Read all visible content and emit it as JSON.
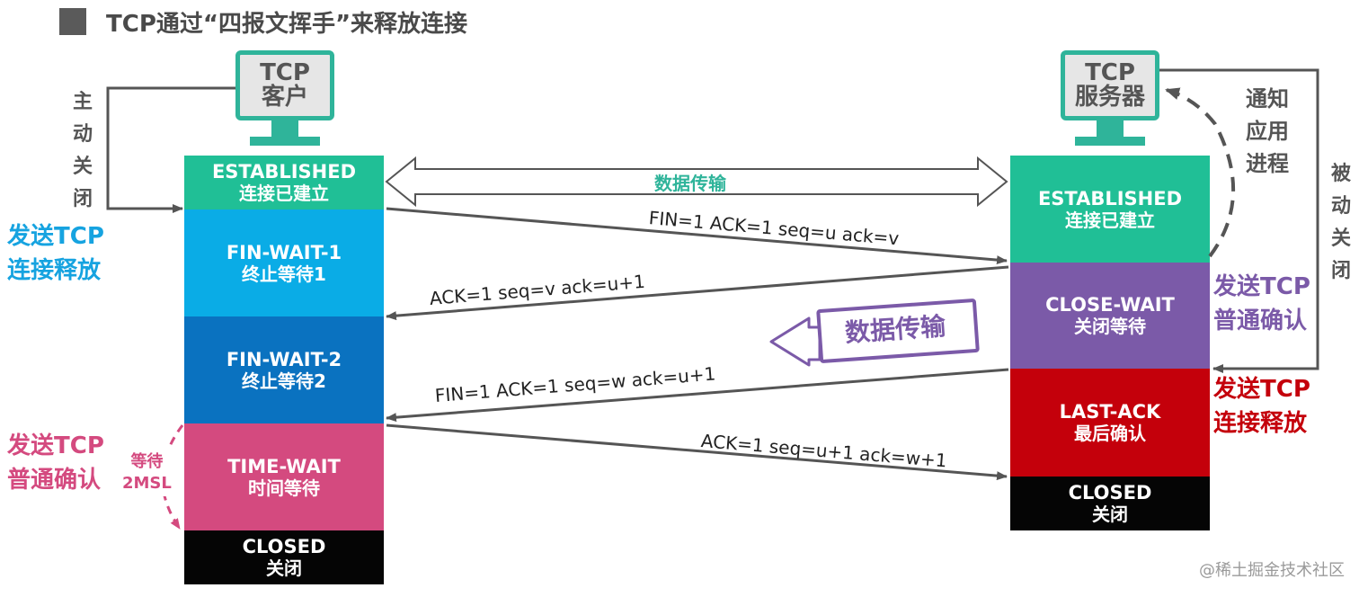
{
  "title": "TCP通过“四报文挥手”来释放连接",
  "client": {
    "line1": "TCP",
    "line2": "客户"
  },
  "server": {
    "line1": "TCP",
    "line2": "服务器"
  },
  "client_states": [
    {
      "en": "ESTABLISHED",
      "zh": "连接已建立",
      "color": "#20bf96"
    },
    {
      "en": "FIN-WAIT-1",
      "zh": "终止等待1",
      "color": "#0aace6"
    },
    {
      "en": "FIN-WAIT-2",
      "zh": "终止等待2",
      "color": "#0a72c0"
    },
    {
      "en": "TIME-WAIT",
      "zh": "时间等待",
      "color": "#d44a7f"
    },
    {
      "en": "CLOSED",
      "zh": "关闭",
      "color": "#050505"
    }
  ],
  "server_states": [
    {
      "en": "ESTABLISHED",
      "zh": "连接已建立",
      "color": "#20bf96"
    },
    {
      "en": "CLOSE-WAIT",
      "zh": "关闭等待",
      "color": "#7b5aa8"
    },
    {
      "en": "LAST-ACK",
      "zh": "最后确认",
      "color": "#c4000b"
    },
    {
      "en": "CLOSED",
      "zh": "关闭",
      "color": "#050505"
    }
  ],
  "data_transfer_label": "数据传输",
  "data_transfer_box_label": "数据传输",
  "messages": {
    "m1": "FIN=1   ACK=1   seq=u   ack=v",
    "m2": "ACK=1    seq=v    ack=u+1",
    "m3": "FIN=1    ACK=1     seq=w     ack=u+1",
    "m4": "ACK=1   seq=u+1   ack=w+1"
  },
  "left_labels": {
    "active_close": "主动关闭",
    "send_fin": {
      "line1": "发送TCP",
      "line2": "连接释放"
    },
    "send_ack": {
      "line1": "发送TCP",
      "line2": "普通确认"
    },
    "wait_2msl": {
      "line1": "等待",
      "line2": "2MSL"
    }
  },
  "right_labels": {
    "notify_app": {
      "line1": "通知",
      "line2": "应用",
      "line3": "进程"
    },
    "passive_close": "被动关闭",
    "send_ack": {
      "line1": "发送TCP",
      "line2": "普通确认"
    },
    "send_fin": {
      "line1": "发送TCP",
      "line2": "连接释放"
    }
  },
  "colors": {
    "teal": "#2fb49a",
    "cyan_label": "#16a3e0",
    "pink_label": "#d44a7f",
    "purple_label": "#7b5aa8",
    "red_label": "#c4000b",
    "arrow": "#555555"
  },
  "watermark": "@稀土掘金技术社区"
}
